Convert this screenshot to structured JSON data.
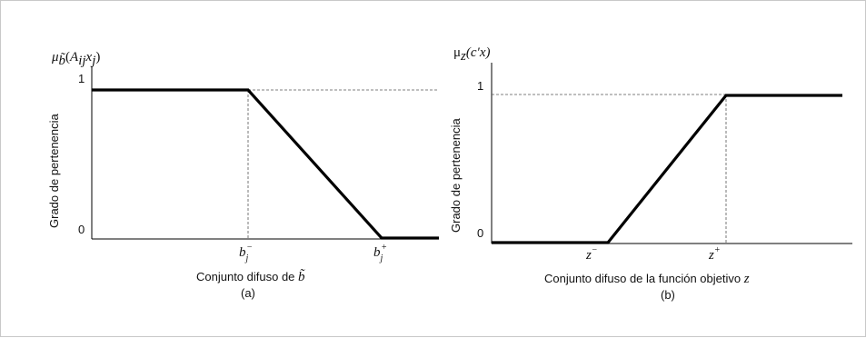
{
  "panel_a": {
    "y_title": "μb̃(Aijxj)",
    "y_title_base": "μ",
    "y_title_sub": "b̃",
    "y_title_args_open": "(",
    "y_title_args_a": "A",
    "y_title_args_a_sub": "ij",
    "y_title_args_x": "x",
    "y_title_args_x_sub": "j",
    "y_title_args_close": ")",
    "y_axis_label": "Grado de pertenencia",
    "tick_1": "1",
    "tick_0": "0",
    "x_tick_left_base": "b",
    "x_tick_left_sub": "j",
    "x_tick_left_sup": "−",
    "x_tick_right_base": "b",
    "x_tick_right_sub": "j",
    "x_tick_right_sup": "+",
    "x_axis_label": "Conjunto difuso de ",
    "x_axis_label_symbol": "b̃",
    "caption": "(a)"
  },
  "panel_b": {
    "y_title_base": "μ",
    "y_title_sub": "z",
    "y_title_args": "(c′x)",
    "y_axis_label": "Grado de pertenencia",
    "tick_1": "1",
    "tick_0": "0",
    "x_tick_left_base": "z",
    "x_tick_left_sup": "−",
    "x_tick_right_base": "z",
    "x_tick_right_sup": "+",
    "x_axis_label": "Conjunto difuso de la función objetivo ",
    "x_axis_label_symbol": "z",
    "caption": "(b)"
  },
  "colors": {
    "line": "#000000",
    "axis": "#000000",
    "dashed": "#555555",
    "border": "#c8c8c8"
  }
}
